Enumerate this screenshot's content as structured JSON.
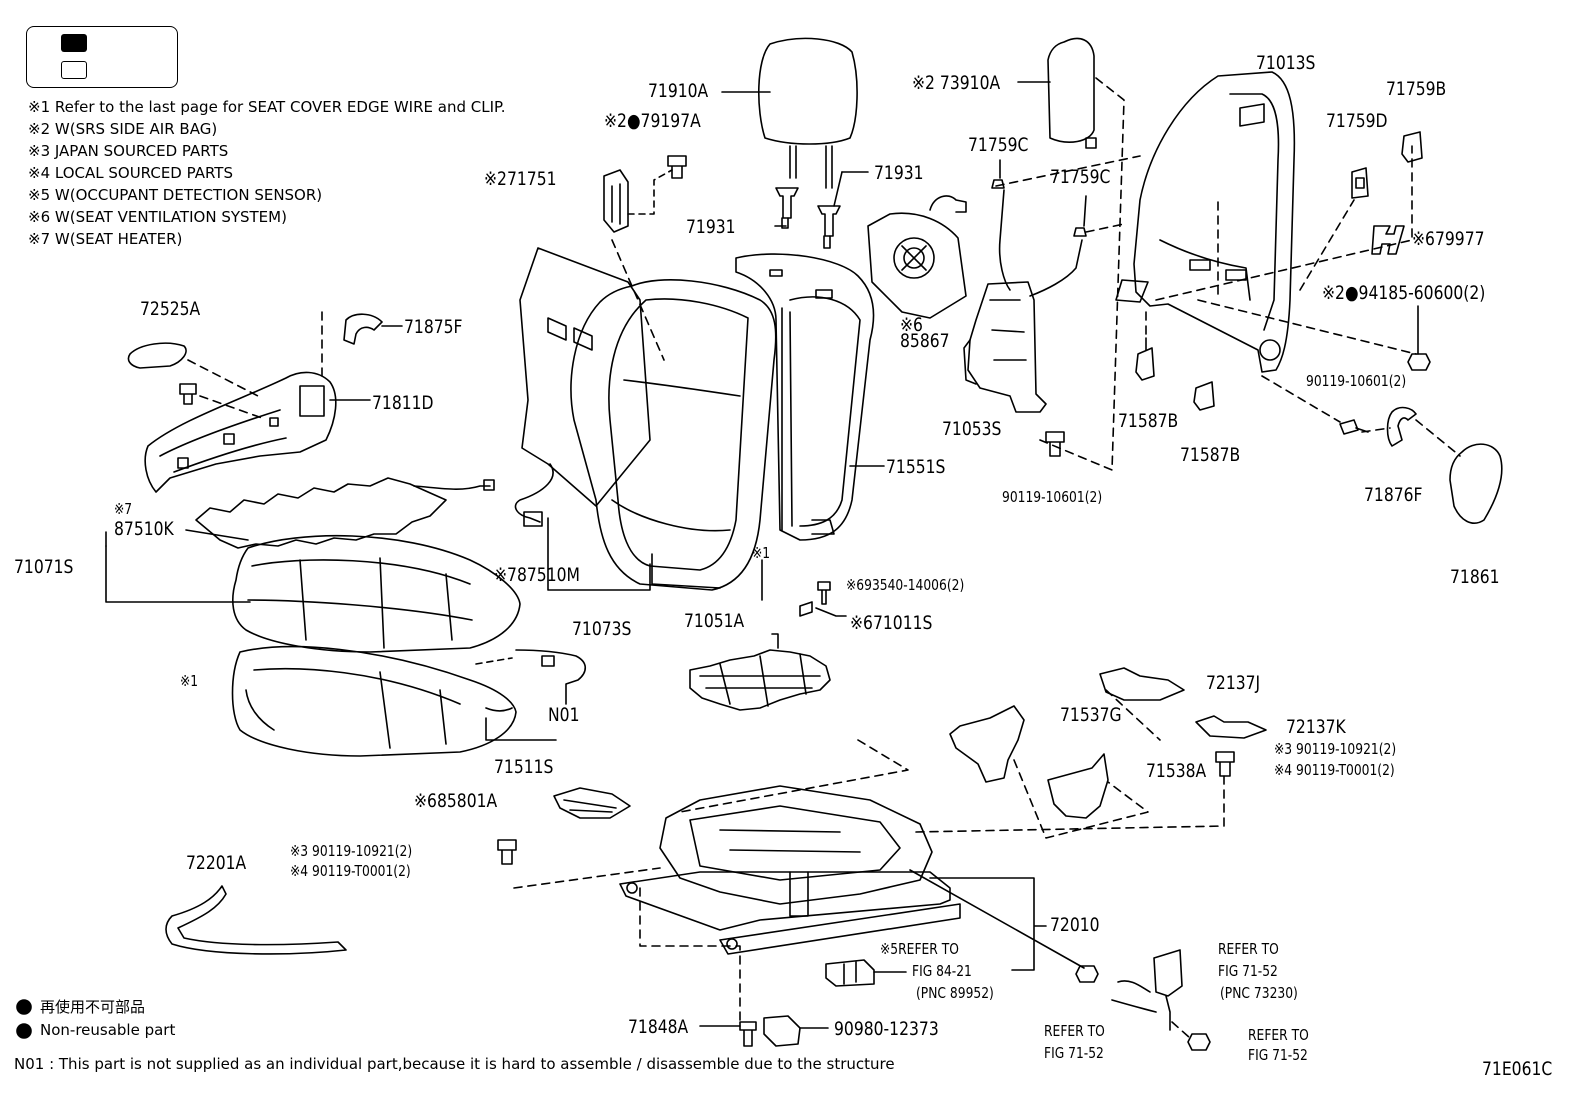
{
  "legend": {
    "notes": [
      "※1  Refer to the last page for SEAT COVER EDGE WIRE and CLIP.",
      "※2  W(SRS SIDE AIR BAG)",
      "※3  JAPAN SOURCED PARTS",
      "※4  LOCAL SOURCED PARTS",
      "※5  W(OCCUPANT DETECTION SENSOR)",
      "※6  W(SEAT VENTILATION SYSTEM)",
      "※7  W(SEAT HEATER)"
    ],
    "nonreusable_jp": "再使用不可部品",
    "nonreusable_en": "Non-reusable part",
    "footnote": "N01 : This part is not supplied as an individual part,because it is hard to assemble / disassemble due to the structure"
  },
  "diagram_code": "71E061C",
  "labels": {
    "l71910A": "71910A",
    "l79197A": "※2●79197A",
    "l71751": "※271751",
    "l71931a": "71931",
    "l71931b": "71931",
    "l73910A": "※2 73910A",
    "l71759C_a": "71759C",
    "l71759C_b": "71759C",
    "l71013S": "71013S",
    "l71759B": "71759B",
    "l71759D": "71759D",
    "l79977": "※679977",
    "l94185": "※2●94185-60600(2)",
    "l90119_10601b": "90119-10601(2)",
    "l85867_tag": "※6",
    "l85867": "85867",
    "l71053S": "71053S",
    "l71587B_a": "71587B",
    "l71587B_b": "71587B",
    "l90119_10601a": "90119-10601(2)",
    "l71876F": "71876F",
    "l71861": "71861",
    "l72525A": "72525A",
    "l71875F": "71875F",
    "l71811D": "71811D",
    "l71551S": "71551S",
    "l87510K_tag": "※7",
    "l87510K": "87510K",
    "l71071S": "71071S",
    "l87510M": "※787510M",
    "l71073S": "71073S",
    "l71051A": "71051A",
    "l93540": "※693540-14006(2)",
    "l71011S": "※671011S",
    "l1_tag_a": "※1",
    "l1_tag_b": "※1",
    "lN01": "N01",
    "l71511S": "71511S",
    "l72137J": "72137J",
    "l71537G": "71537G",
    "l72137K": "72137K",
    "l90921_r": "※3 90119-10921(2)",
    "lT0001_r": "※4 90119-T0001(2)",
    "l71538A": "71538A",
    "l85801A": "※685801A",
    "l90921_l": "※3 90119-10921(2)",
    "lT0001_l": "※4 90119-T0001(2)",
    "l72201A": "72201A",
    "l72010": "72010",
    "lref84_1": "※5REFER TO",
    "lref84_2": "FIG 84-21",
    "lref84_3": "(PNC 89952)",
    "lref7152a_1": "REFER TO",
    "lref7152a_2": "FIG 71-52",
    "lref7152a_3": "(PNC 73230)",
    "lref7152b_1": "REFER TO",
    "lref7152b_2": "FIG 71-52",
    "lref7152c_1": "REFER TO",
    "lref7152c_2": "FIG 71-52",
    "l71848A": "71848A",
    "l90980": "90980-12373"
  }
}
